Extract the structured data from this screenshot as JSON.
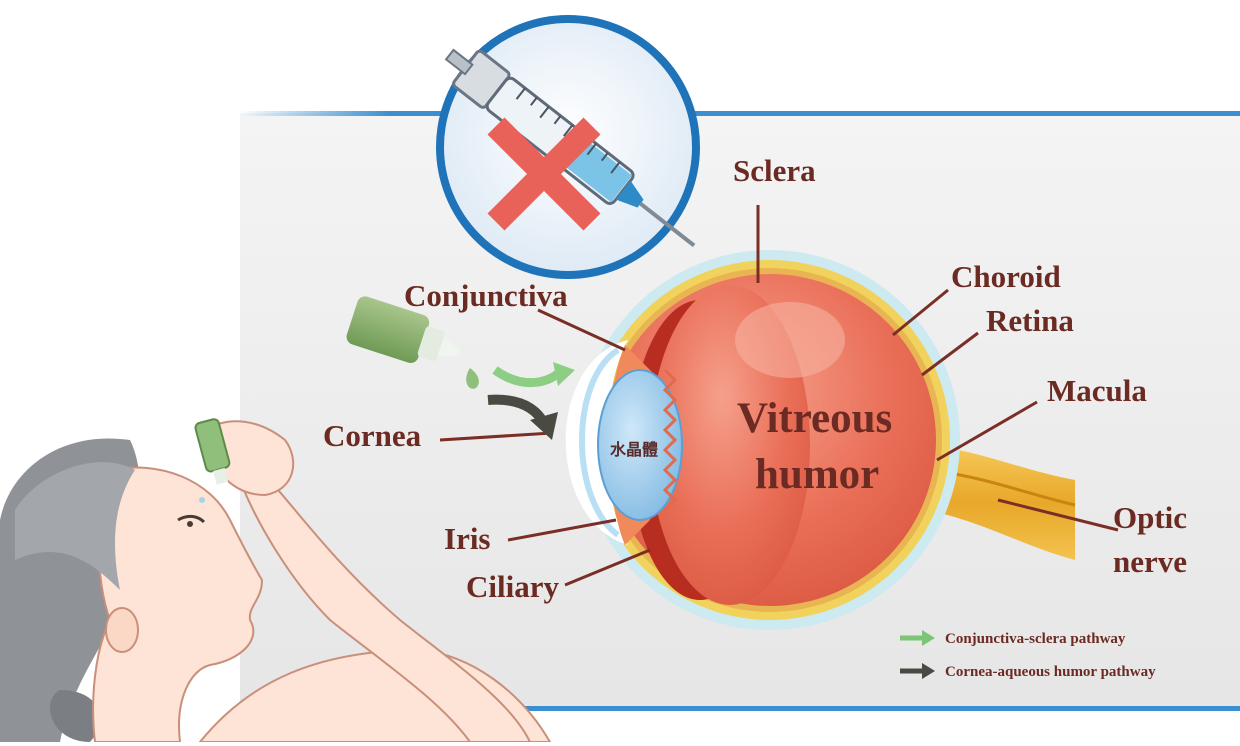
{
  "labels": {
    "sclera": "Sclera",
    "choroid": "Choroid",
    "retina": "Retina",
    "macula": "Macula",
    "conjunctiva": "Conjunctiva",
    "cornea": "Cornea",
    "iris": "Iris",
    "ciliary": "Ciliary",
    "optic_line1": "Optic",
    "optic_line2": "nerve",
    "vitreous_line1": "Vitreous",
    "vitreous_line2": "humor",
    "lens": "水晶體"
  },
  "legend": {
    "items": [
      {
        "label": "Conjunctiva-sclera pathway",
        "color": "#7cc576"
      },
      {
        "label": "Cornea-aqueous humor pathway",
        "color": "#4a4a42"
      }
    ]
  },
  "icons": {
    "no_injection": "syringe-crossed-out-icon",
    "eye_drop_bottle": "eye-drop-bottle-icon",
    "person": "woman-applying-eye-drops"
  },
  "colors": {
    "label_text": "#6b2a22",
    "eyeball": "#e8705a",
    "cross": "#e8625a",
    "circle_border": "#1f73b8",
    "panel_bg": "#ececec"
  }
}
